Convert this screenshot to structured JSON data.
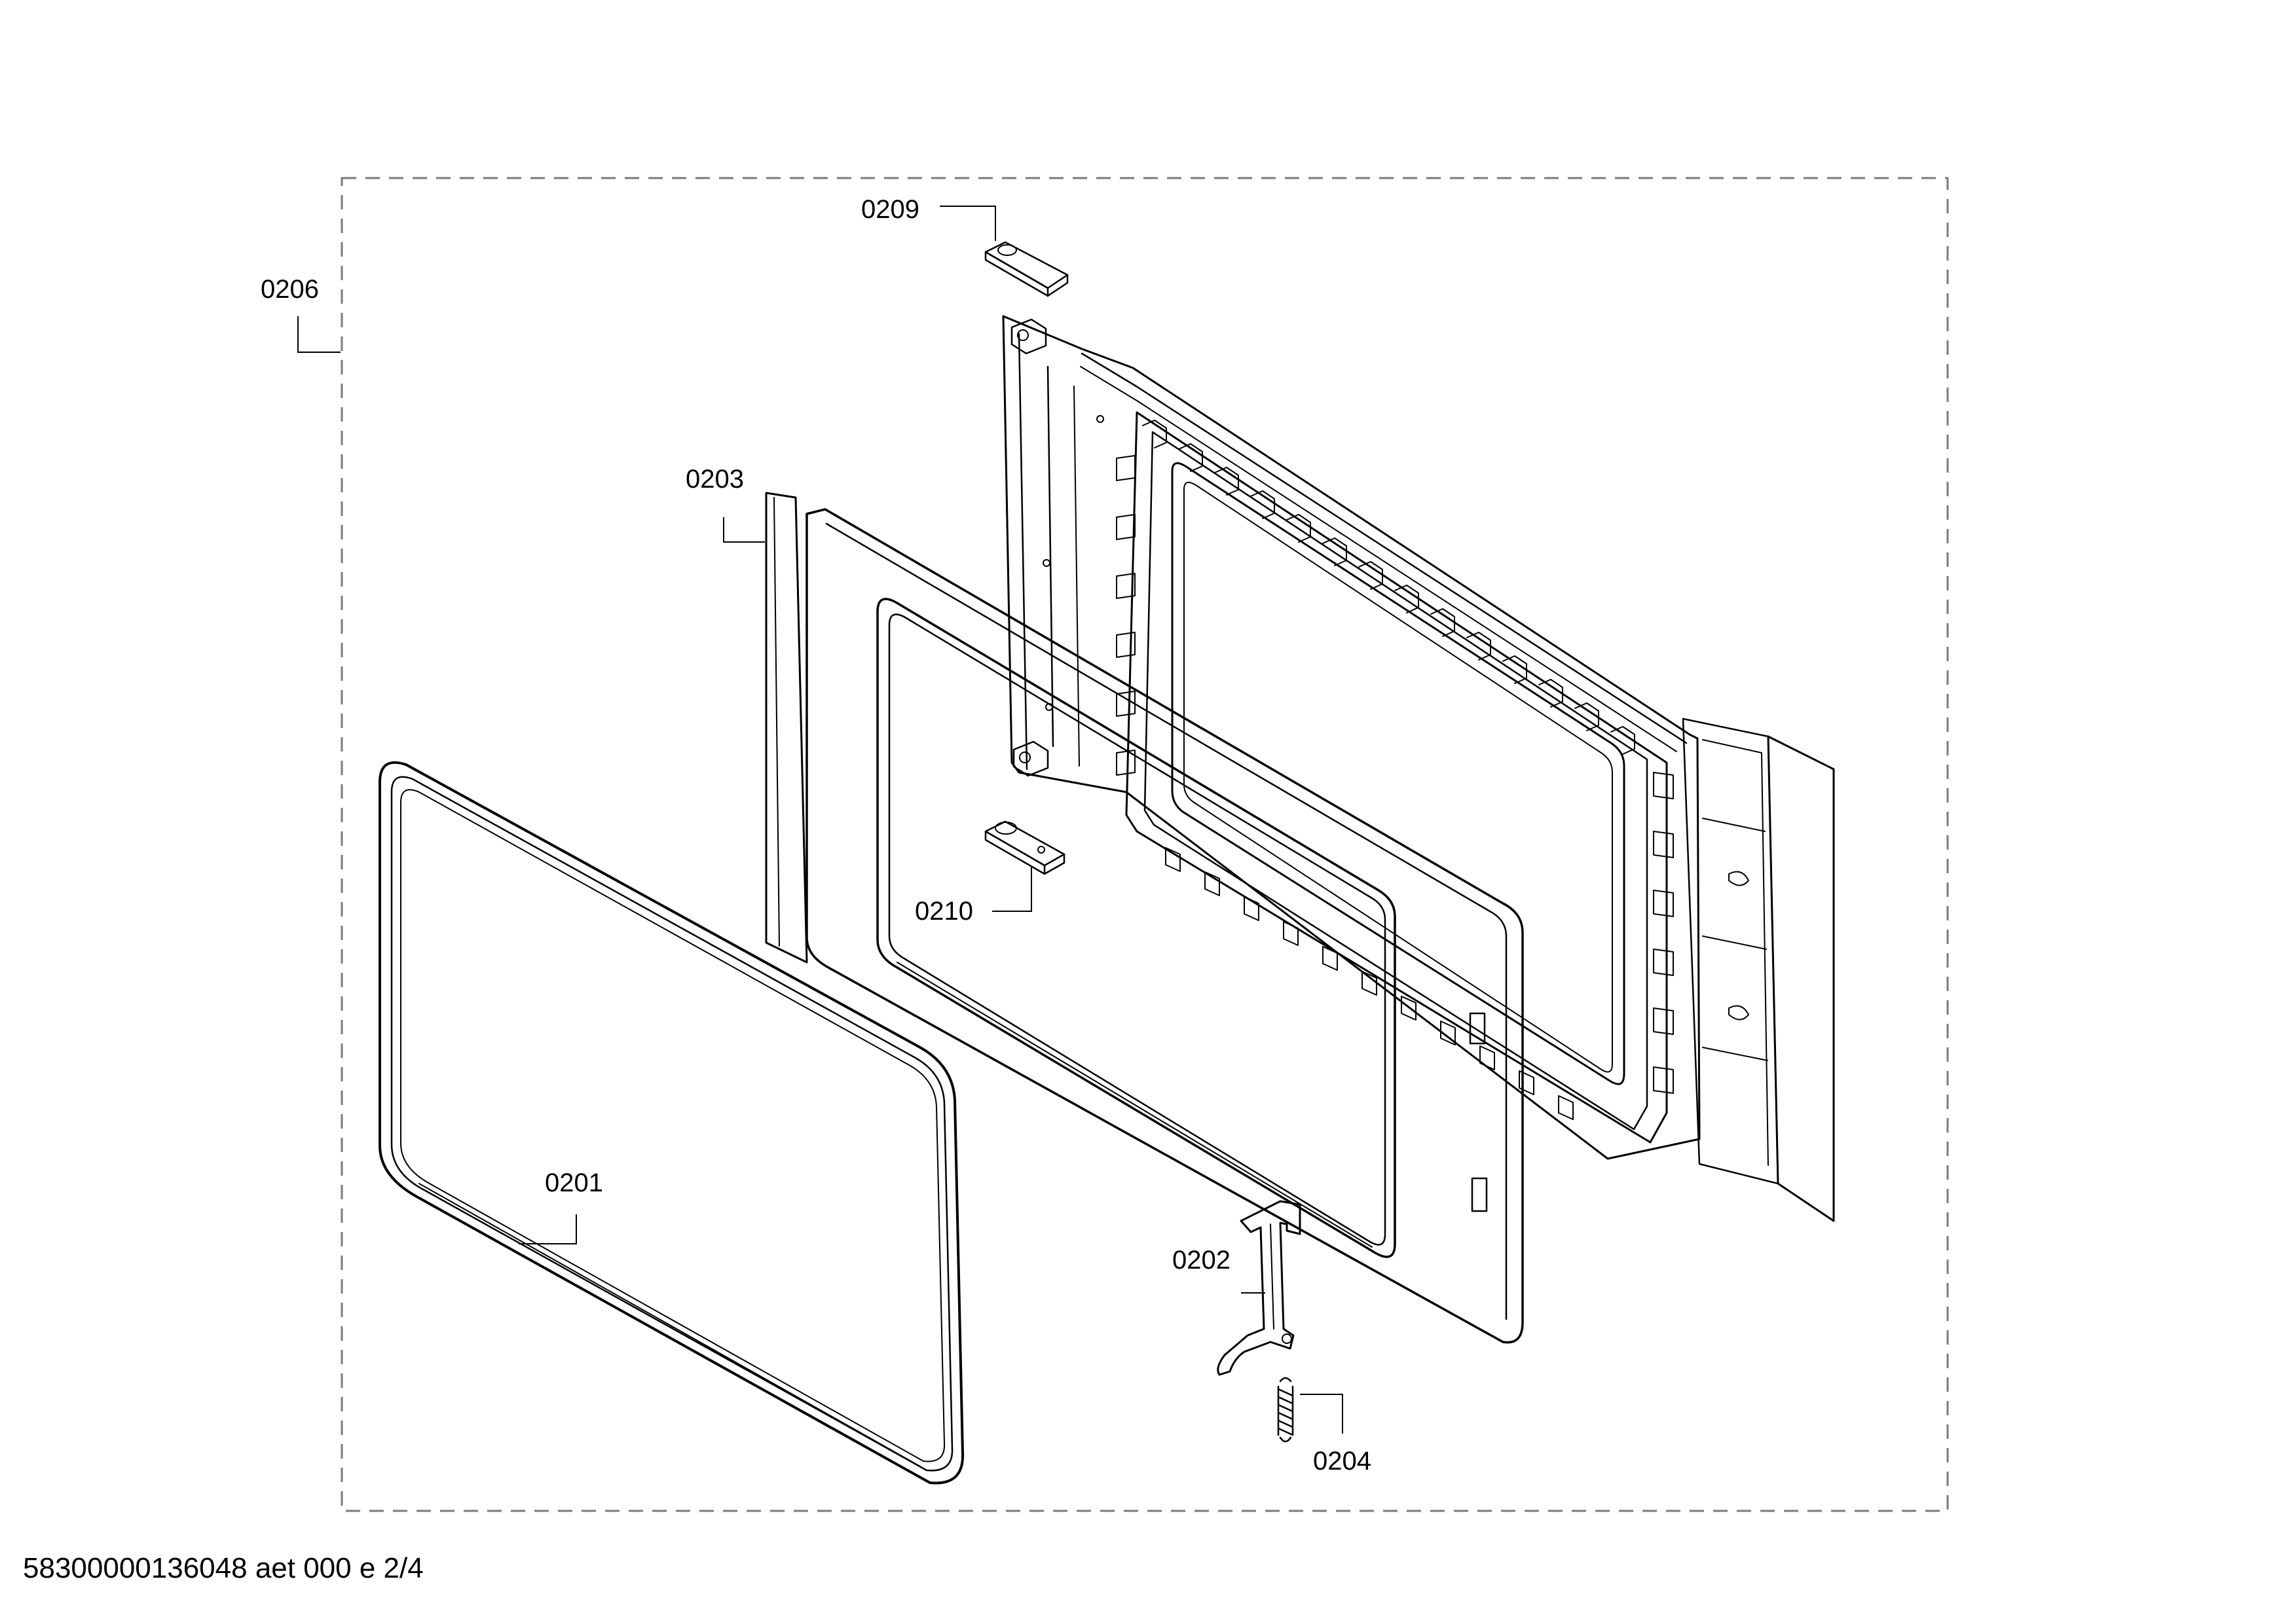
{
  "labels": {
    "assembly": "0206",
    "part_0209": "0209",
    "part_0203": "0203",
    "part_0210": "0210",
    "part_0201": "0201",
    "part_0202": "0202",
    "part_0204": "0204"
  },
  "footer": "58300000136048 aet 000 e 2/4",
  "colors": {
    "line": "#000000",
    "dash": "#7a7a7a",
    "background": "#ffffff"
  }
}
